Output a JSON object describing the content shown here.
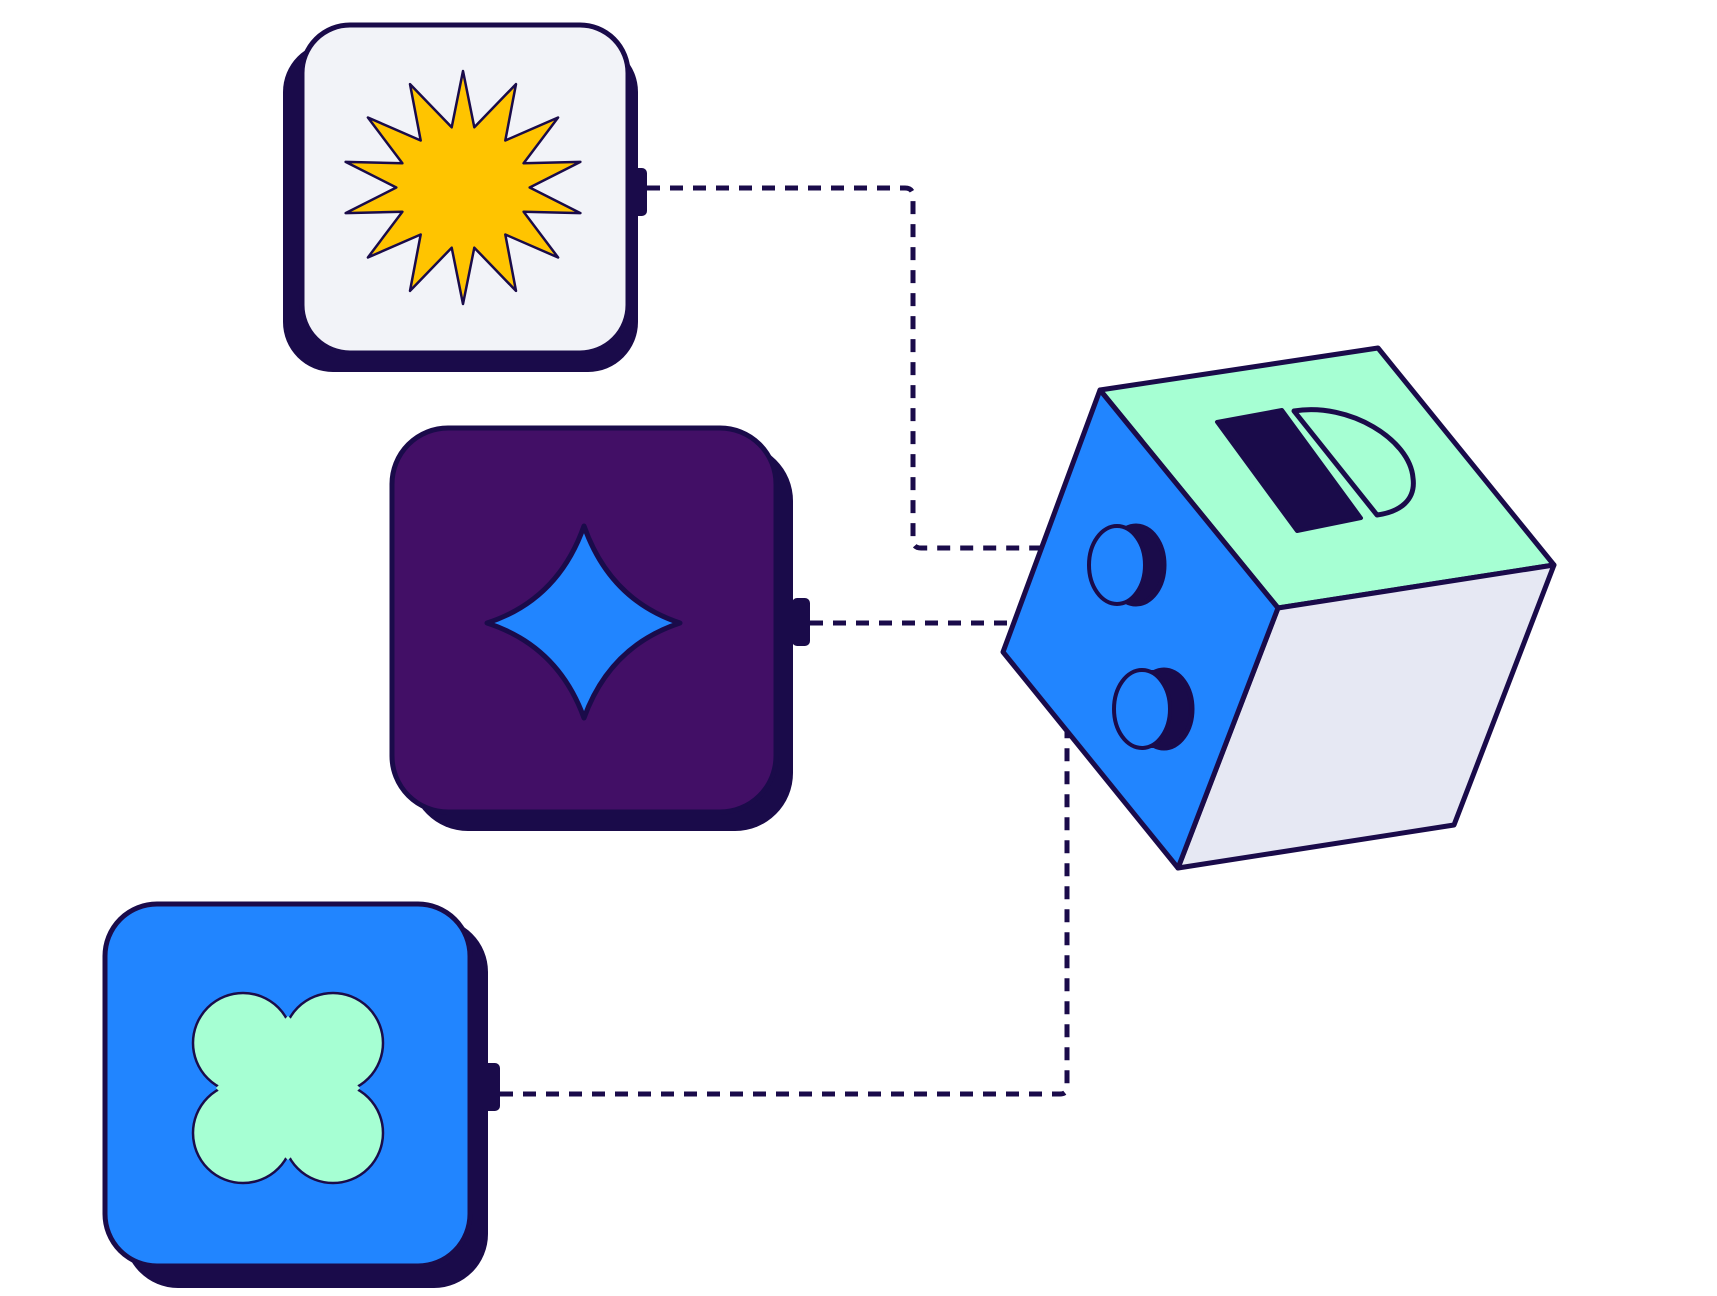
{
  "colors": {
    "outline": "#1A0B4A",
    "card_light": "#F2F3F8",
    "card_purple": "#420F66",
    "card_blue": "#2185FF",
    "sun_yellow": "#FFC400",
    "mint": "#A6FFD3",
    "cube_right_face": "#E6E8F3",
    "background": "#FFFFFF"
  },
  "nodes": [
    {
      "id": "sun-card",
      "icon": "sun-burst-icon",
      "fill": "#F2F3F8",
      "icon_fill": "#FFC400"
    },
    {
      "id": "sparkle-card",
      "icon": "four-point-star-icon",
      "fill": "#420F66",
      "icon_fill": "#2185FF"
    },
    {
      "id": "clover-card",
      "icon": "clover-x-icon",
      "fill": "#2185FF",
      "icon_fill": "#A6FFD3"
    }
  ],
  "hub": {
    "id": "isometric-cube",
    "icons": [
      "bar-icon",
      "half-circle-icon",
      "port-icon",
      "port-icon"
    ]
  },
  "connections": [
    {
      "from": "sun-card",
      "to": "isometric-cube",
      "style": "dashed"
    },
    {
      "from": "sparkle-card",
      "to": "isometric-cube",
      "style": "dashed"
    },
    {
      "from": "clover-card",
      "to": "isometric-cube",
      "style": "dashed"
    }
  ]
}
